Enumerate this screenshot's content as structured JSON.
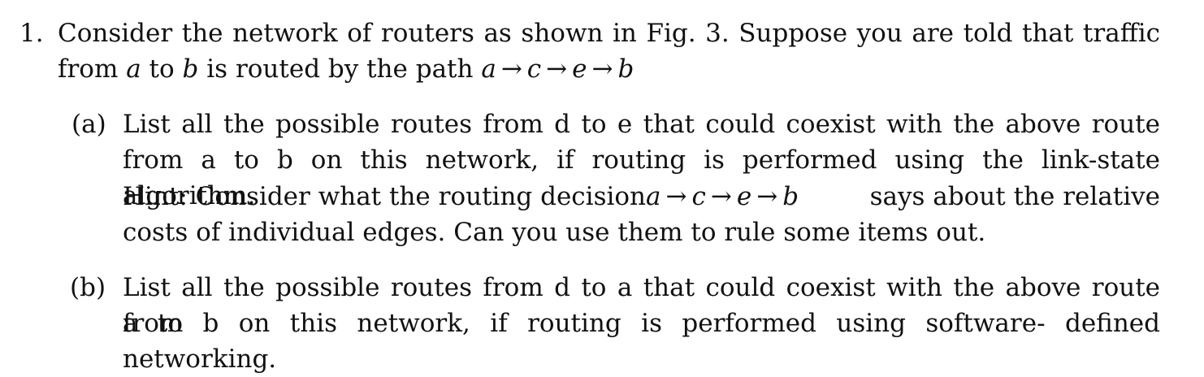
{
  "problem": {
    "number": "1.",
    "line1": "Consider the network of routers as shown in Fig. 3. Suppose you are told that traffic",
    "line2": {
      "pre1": "from ",
      "a": "a",
      "pre2": " to ",
      "b": "b",
      "pre3": " is routed by the path ",
      "path": [
        "a",
        "c",
        "e",
        "b"
      ],
      "arrow": "→"
    }
  },
  "part_a": {
    "label": "(a)",
    "line1": "List all the possible routes from d to e that could coexist with the above route",
    "line2": "from a to b on this network, if routing is performed using the link-state algorithm.",
    "line3": {
      "pre": "Hint: Consider what the routing decision ",
      "path": [
        "a",
        "c",
        "e",
        "b"
      ],
      "arrow": "→",
      "post": " says about the relative"
    },
    "line4": "costs of individual edges. Can you use them to rule some items out."
  },
  "part_b": {
    "label": "(b)",
    "line1": "List all the possible routes from d to a that could coexist with the above route from",
    "line2": "a to b on this network, if routing is performed using software- defined networking."
  }
}
